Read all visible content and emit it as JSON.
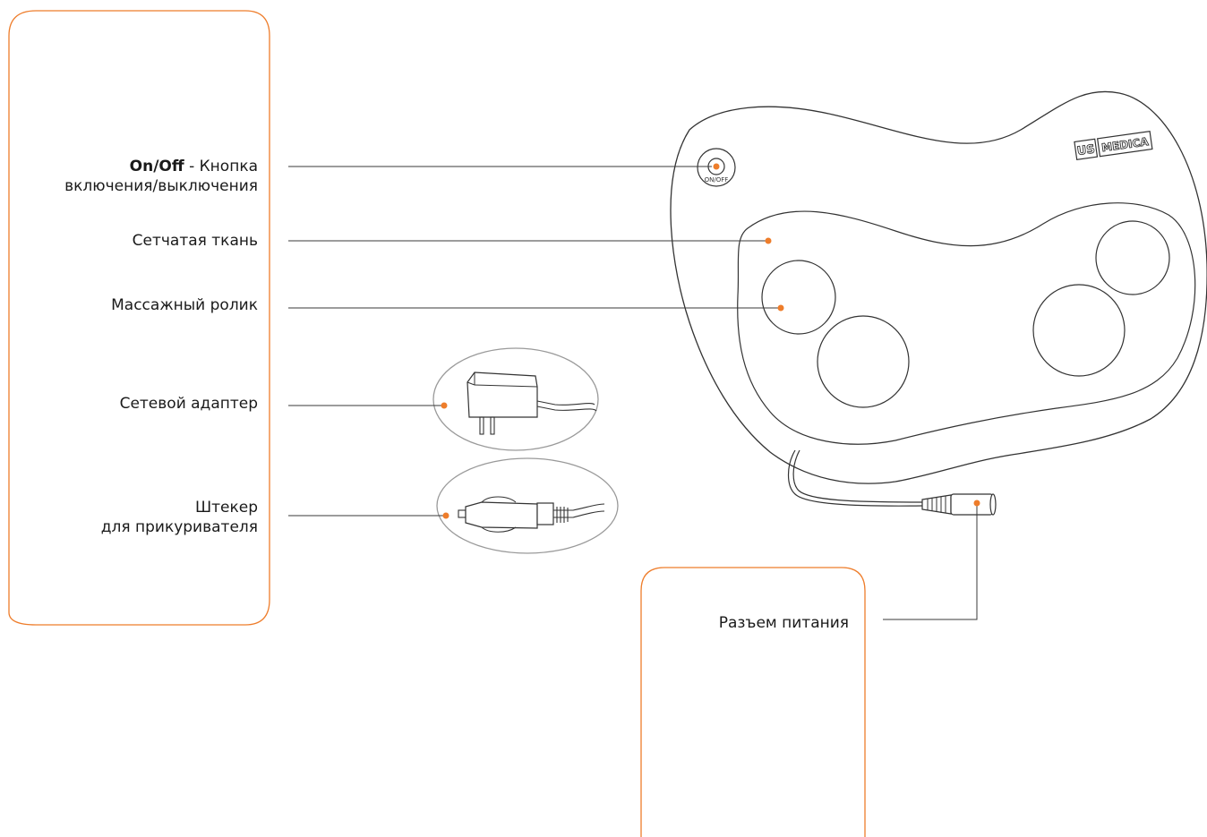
{
  "labels": {
    "on_off_bold": "On/Off",
    "on_off_rest": " - Кнопка",
    "on_off_line2": "включения/выключения",
    "mesh": "Сетчатая ткань",
    "roller": "Массажный ролик",
    "adapter": "Сетевой адаптер",
    "car_plug_line1": "Штекер",
    "car_plug_line2": "для прикуривателя",
    "power_jack": "Разъем питания"
  },
  "device": {
    "brand_left": "US",
    "brand_right": "MEDICA",
    "button_text": "ON/OFF"
  },
  "colors": {
    "accent": "#ee7d2b",
    "line": "#3a3a3a",
    "text": "#1a1a1a",
    "inset_outline": "#9a9a9a"
  }
}
